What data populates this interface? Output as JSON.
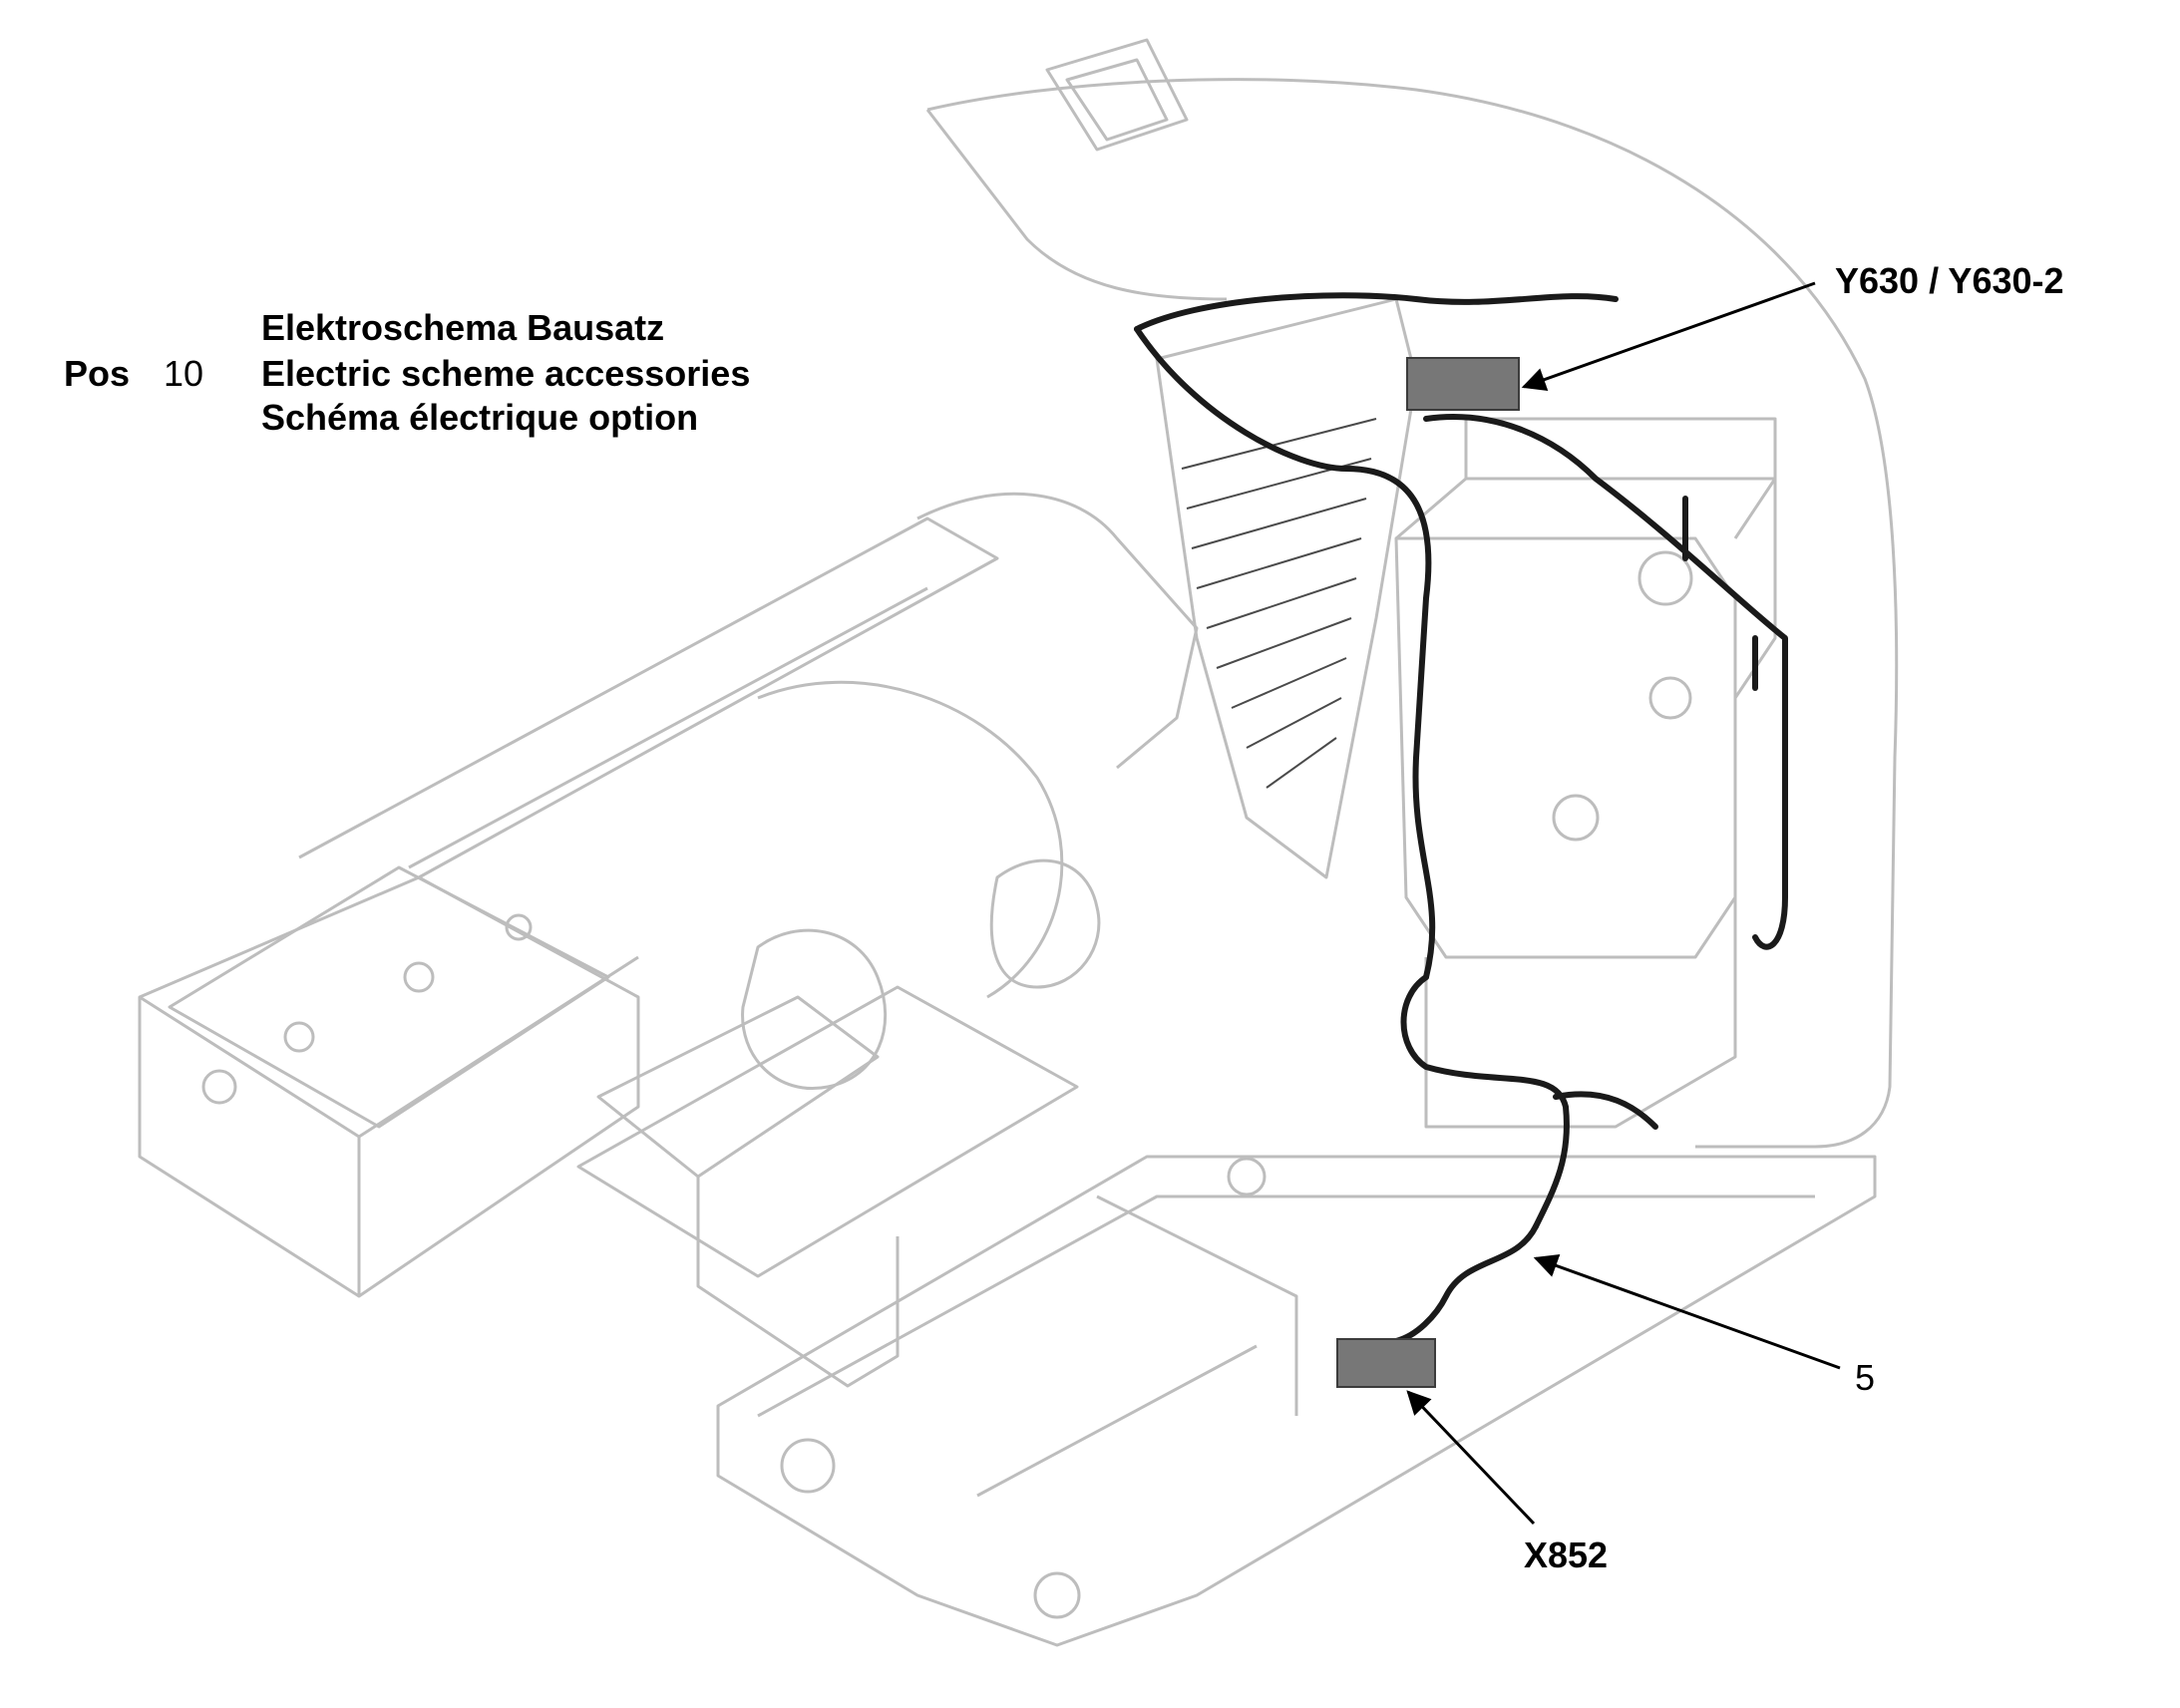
{
  "title_block": {
    "pos_label": "Pos",
    "pos_number": "10",
    "line_de": "Elektroschema Bausatz",
    "line_en": "Electric scheme accessories",
    "line_fr": "Schéma électrique option"
  },
  "callouts": {
    "y630": "Y630 / Y630-2",
    "harness": "5",
    "x852": "X852"
  },
  "colors": {
    "outline": "#b9b9b9",
    "harness": "#1a1a1a",
    "connector_fill": "#777777",
    "leader": "#000000"
  }
}
